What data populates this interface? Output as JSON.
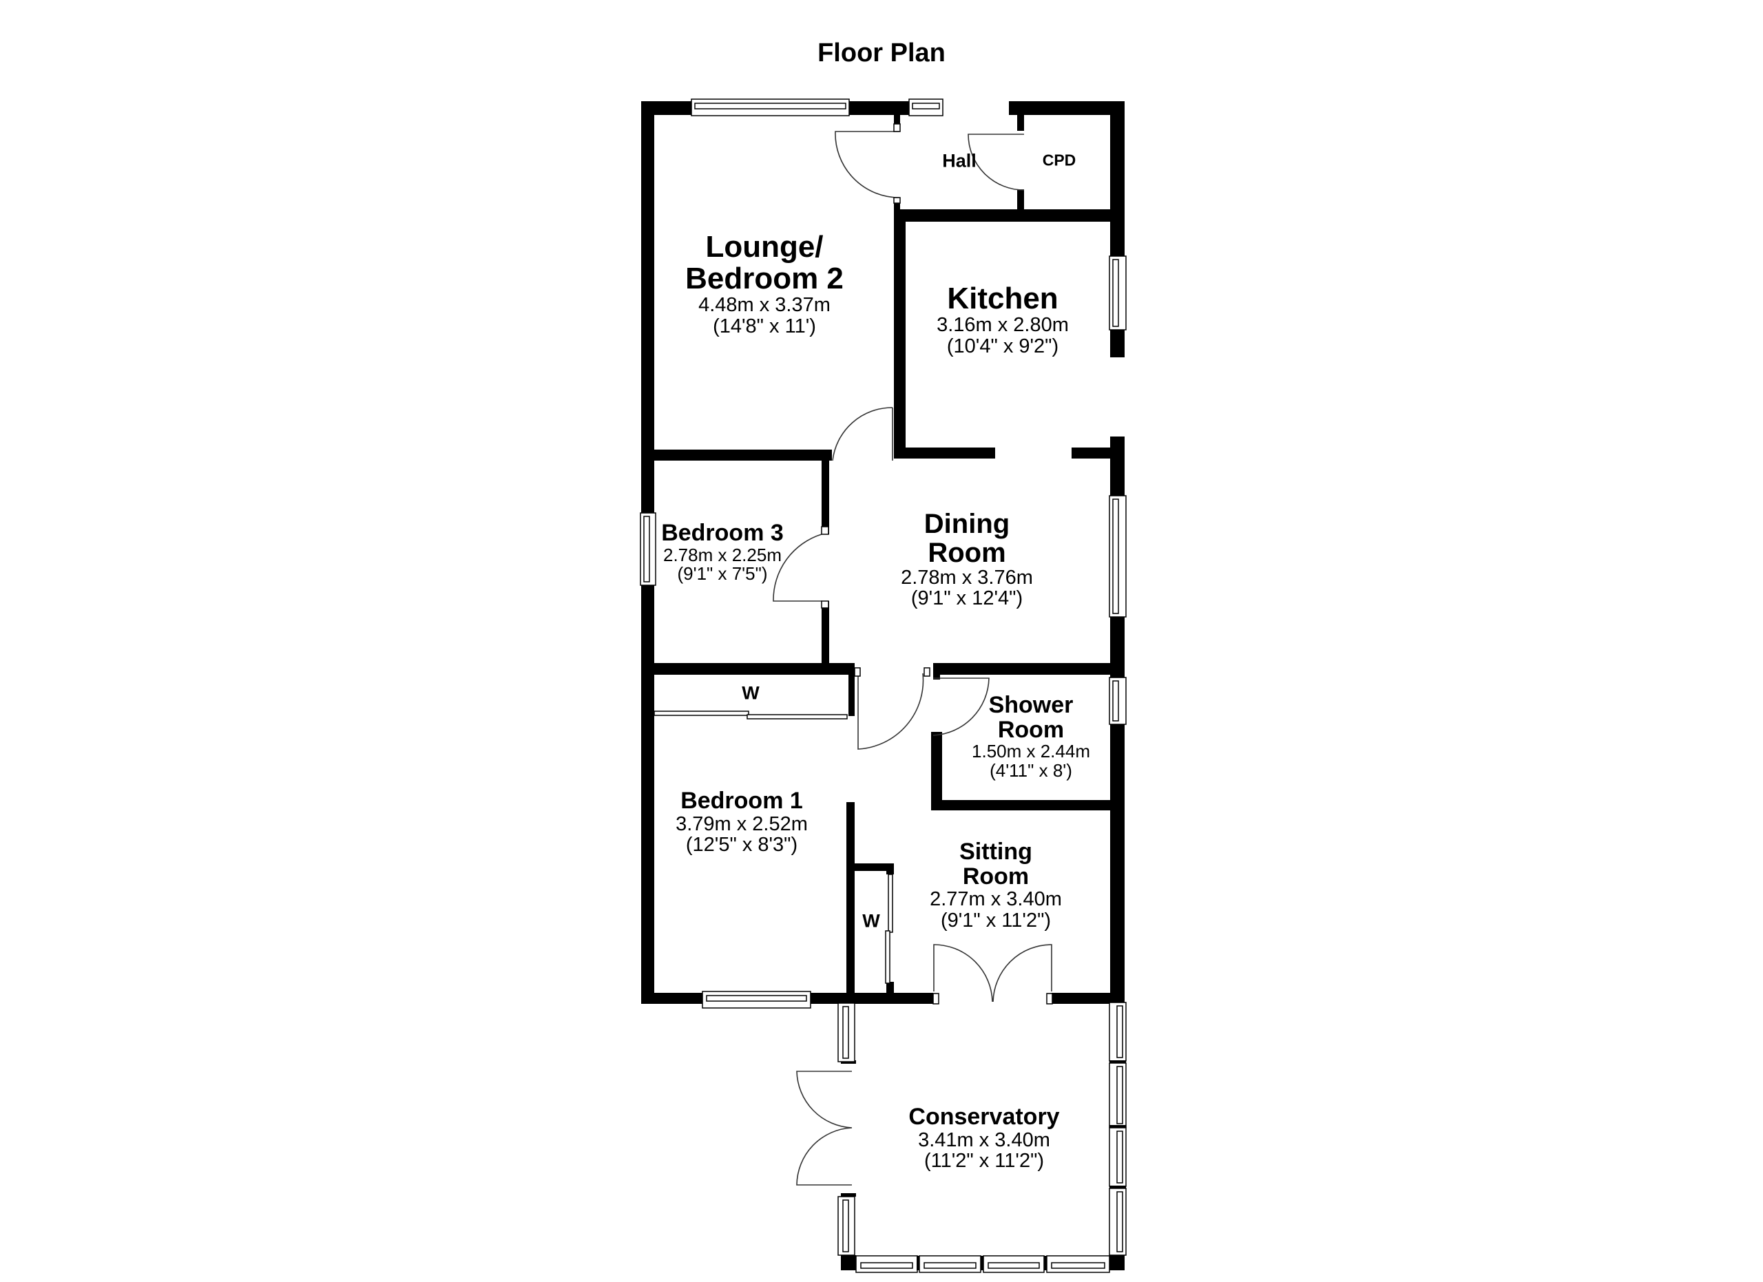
{
  "title": "Floor Plan",
  "colors": {
    "walls": "#000000",
    "background": "#ffffff",
    "lines": "#333333"
  },
  "rooms": {
    "lounge": {
      "name_line1": "Lounge/",
      "name_line2": "Bedroom 2",
      "metric": "4.48m x 3.37m",
      "imperial": "(14'8\" x 11')"
    },
    "hall": {
      "name": "Hall"
    },
    "cpd": {
      "name": "CPD"
    },
    "kitchen": {
      "name": "Kitchen",
      "metric": "3.16m x 2.80m",
      "imperial": "(10'4\" x 9'2\")"
    },
    "bedroom3": {
      "name": "Bedroom 3",
      "metric": "2.78m x 2.25m",
      "imperial": "(9'1\" x 7'5\")"
    },
    "dining": {
      "name_line1": "Dining",
      "name_line2": "Room",
      "metric": "2.78m x 3.76m",
      "imperial": "(9'1\" x 12'4\")"
    },
    "wardrobe1": {
      "name": "W"
    },
    "shower": {
      "name_line1": "Shower",
      "name_line2": "Room",
      "metric": "1.50m x 2.44m",
      "imperial": "(4'11\" x 8')"
    },
    "bedroom1": {
      "name": "Bedroom 1",
      "metric": "3.79m x 2.52m",
      "imperial": "(12'5\" x 8'3\")"
    },
    "wardrobe2": {
      "name": "W"
    },
    "sitting": {
      "name_line1": "Sitting",
      "name_line2": "Room",
      "metric": "2.77m x 3.40m",
      "imperial": "(9'1\" x 11'2\")"
    },
    "conservatory": {
      "name": "Conservatory",
      "metric": "3.41m x 3.40m",
      "imperial": "(11'2\" x 11'2\")"
    }
  }
}
